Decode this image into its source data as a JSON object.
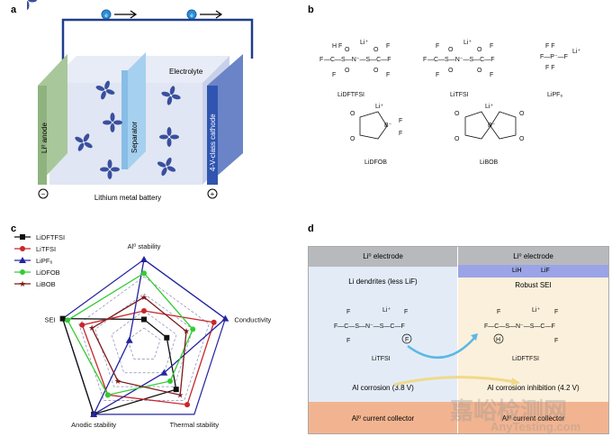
{
  "panels": {
    "a": "a",
    "b": "b",
    "c": "c",
    "d": "d"
  },
  "battery": {
    "electron": "e",
    "electrolyte": "Electrolyte",
    "anode": "Li⁰ anode",
    "separator": "Separator",
    "cathode": "4-V-class cathode",
    "minus": "−",
    "plus": "+",
    "caption": "Lithium metal battery"
  },
  "salts": {
    "lidftfsi": "LiDFTFSI",
    "litfsi": "LiTFSI",
    "lipf6": "LiPF₆",
    "lidfob": "LiDFOB",
    "libob": "LiBOB"
  },
  "chart_data": {
    "type": "radar",
    "axes": [
      "Al⁰ stability",
      "Conductivity",
      "Thermal stability",
      "Anodic stability",
      "SEI"
    ],
    "levels": 5,
    "series": [
      {
        "name": "LiDFTFSI",
        "color": "#111111",
        "marker": "square",
        "values": [
          1.5,
          1.4,
          3.2,
          5.0,
          5.0
        ]
      },
      {
        "name": "LiTFSI",
        "color": "#c8262b",
        "marker": "circle",
        "values": [
          2.0,
          4.3,
          4.3,
          3.6,
          3.8
        ]
      },
      {
        "name": "LiPF₆",
        "color": "#2424a0",
        "marker": "triangle",
        "values": [
          5.0,
          5.0,
          2.0,
          5.0,
          0.9
        ]
      },
      {
        "name": "LiDFOB",
        "color": "#33cc33",
        "marker": "circle",
        "values": [
          4.2,
          3.0,
          2.6,
          3.6,
          4.7
        ]
      },
      {
        "name": "LiBOB",
        "color": "#7a1a1a",
        "marker": "star",
        "values": [
          2.8,
          2.6,
          3.6,
          2.6,
          3.2
        ]
      }
    ]
  },
  "panel_d": {
    "left_electrode": "Li⁰ electrode",
    "right_electrode": "Li⁰ electrode",
    "lih": "LiH",
    "lif": "LiF",
    "left_sei": "Li dendrites (less LiF)",
    "right_sei": "Robust SEI",
    "left_salt": "LiTFSI",
    "right_salt": "LiDFTFSI",
    "left_corrosion": "Al corrosion (3.8 V)",
    "right_corrosion": "Al corrosion inhibition (4.2 V)",
    "left_collector": "Al⁰ current collector",
    "right_collector": "Al⁰ current collector"
  },
  "watermark": {
    "cn": "嘉峪检测网",
    "en": "AnyTesting.com"
  }
}
